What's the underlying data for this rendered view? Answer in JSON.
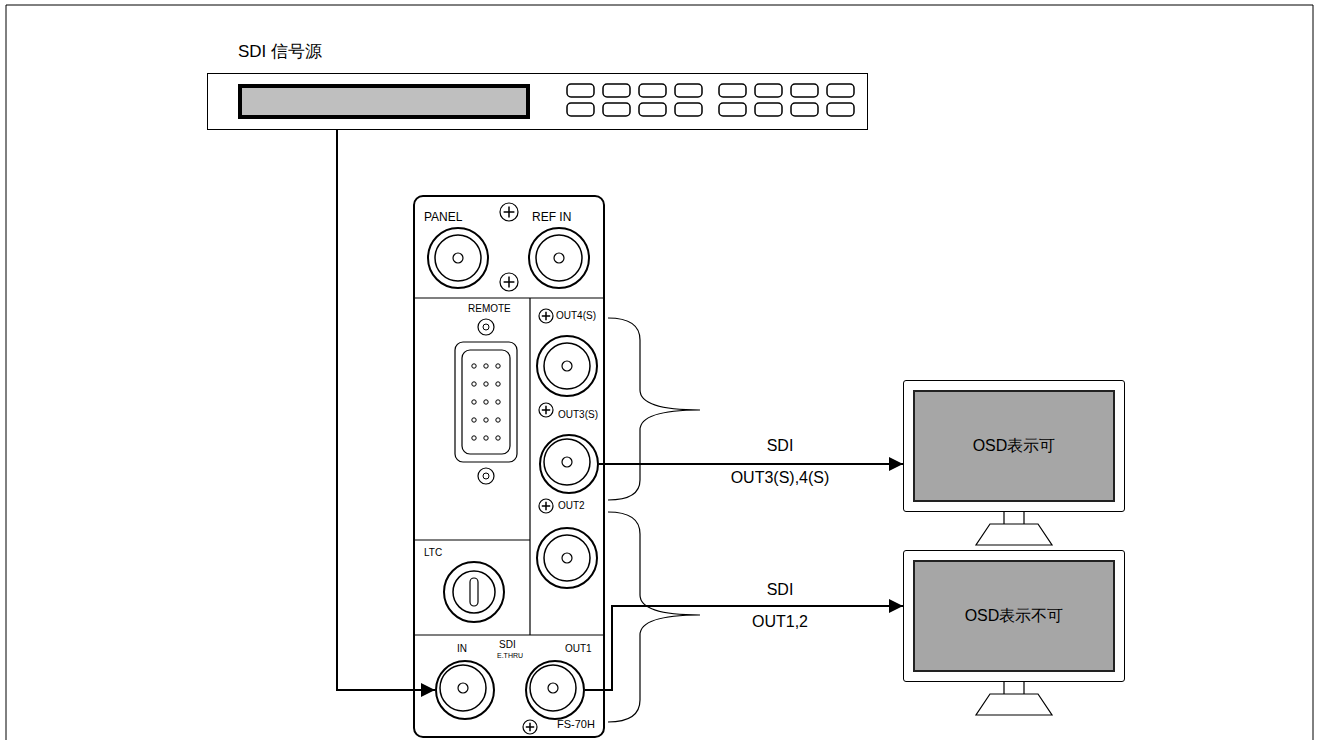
{
  "diagram": {
    "nodes": [
      {
        "text": [
          "SDI 信号源"
        ]
      },
      {
        "text": [
          "FS-70H"
        ]
      },
      {
        "text": [
          "OUT3(S)"
        ],
        "in": 1
      },
      {
        "text": [
          "OSD表示可"
        ]
      },
      {
        "text": [
          "IN"
        ],
        "in": 1
      },
      {
        "text": [
          "OUT1"
        ],
        "in": 1
      },
      {
        "text": [
          "OSD表示不可"
        ]
      }
    ],
    "edges": [
      {
        "from": 0,
        "to": 4,
        "arrow": "to"
      },
      {
        "from": 2,
        "to": 3,
        "arrow": "to"
      },
      {
        "from": 5,
        "to": 6,
        "arrow": "to"
      }
    ],
    "labels": [
      "PANEL",
      "REF IN",
      "REMOTE",
      "OUT4(S)",
      "LTC",
      "OUT2",
      "SDI",
      "E.THRU",
      "SDI OUT3(S),4(S)",
      "SDI OUT1,2"
    ]
  }
}
